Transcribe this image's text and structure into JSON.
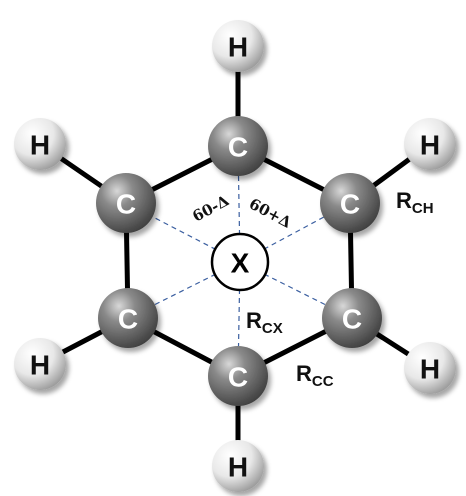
{
  "carbon_label": "C",
  "hydrogen_label": "H",
  "center_label": "X",
  "angles": {
    "left": "60-Δ",
    "right": "60+Δ"
  },
  "bond_params": {
    "r_ch": {
      "main": "R",
      "sub": "CH"
    },
    "r_cx": {
      "main": "R",
      "sub": "CX"
    },
    "r_cc": {
      "main": "R",
      "sub": "CC"
    }
  },
  "colors": {
    "carbon": "#6e6e6e",
    "hydrogen": "#e6e6e6",
    "bond": "#000000",
    "dashed": "#3b5fa0"
  }
}
